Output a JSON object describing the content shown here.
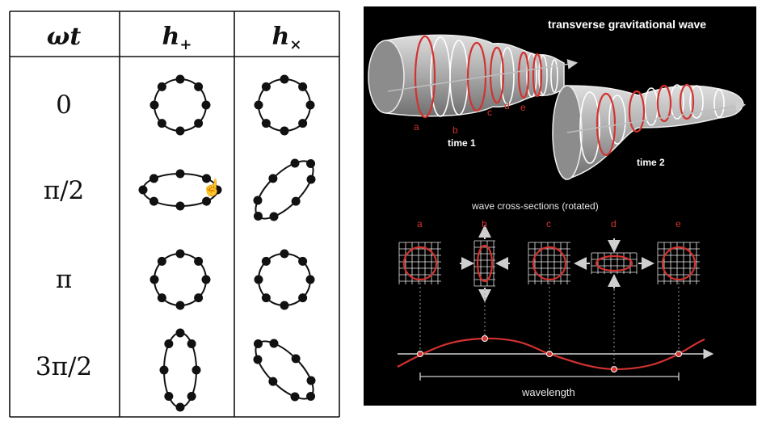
{
  "table": {
    "headers": {
      "col1": "ωt",
      "col2_main": "h",
      "col2_sub": "+",
      "col3_main": "h",
      "col3_sub": "×"
    },
    "rows": [
      {
        "phase": "0"
      },
      {
        "phase": "π/2"
      },
      {
        "phase": "π"
      },
      {
        "phase": "3π/2"
      }
    ]
  },
  "diagram": {
    "title": "transverse gravitational wave",
    "tube_labels": [
      "a",
      "b",
      "c",
      "d",
      "e"
    ],
    "time1": "time 1",
    "time2": "time 2",
    "section_title": "wave cross-sections (rotated)",
    "section_labels": [
      "a",
      "b",
      "c",
      "d",
      "e"
    ],
    "wavelength": "wavelength",
    "colors": {
      "background": "#000000",
      "ring": "#d3322f",
      "tube": "#c8c8c8",
      "grid": "#e8e8e8"
    }
  }
}
